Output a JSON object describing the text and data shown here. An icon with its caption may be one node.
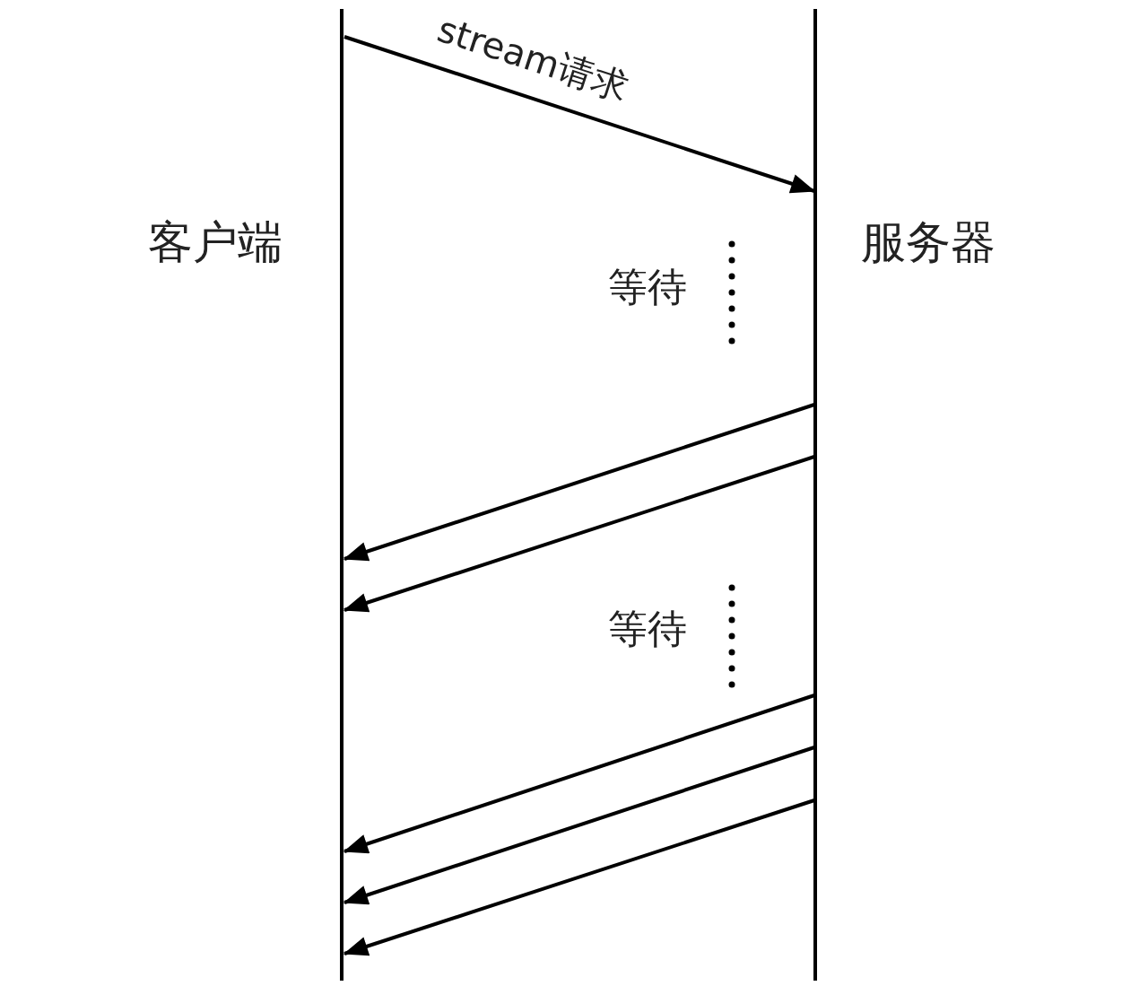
{
  "diagram": {
    "nodes": [
      {
        "text": [],
        "shape": "bar",
        "beside": [
          "客户端"
        ]
      },
      {
        "text": [],
        "shape": "bar",
        "beside": [
          "服务器"
        ]
      }
    ],
    "edges": [
      {
        "from": 0,
        "to": 1,
        "arrow": "to",
        "label": "stream请求"
      },
      {
        "from": 1,
        "to": 0,
        "arrow": "to"
      },
      {
        "from": 1,
        "to": 0,
        "arrow": "to"
      },
      {
        "from": 1,
        "to": 0,
        "arrow": "to"
      },
      {
        "from": 1,
        "to": 0,
        "arrow": "to"
      },
      {
        "from": 1,
        "to": 0,
        "arrow": "to"
      }
    ],
    "labels": [
      "等待",
      "等待"
    ]
  }
}
